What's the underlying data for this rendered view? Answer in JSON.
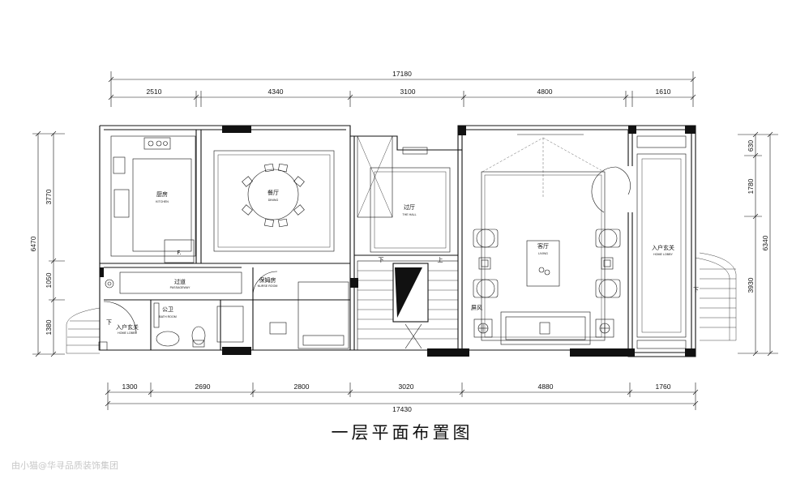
{
  "title": "一层平面布置图",
  "watermark": "由小猫@华寻品质装饰集团",
  "dimensions": {
    "top_total": "17180",
    "top_segments": [
      "2510",
      "4340",
      "3100",
      "4800",
      "1610"
    ],
    "bottom_total": "17430",
    "bottom_segments": [
      "1300",
      "2690",
      "2800",
      "3020",
      "4880",
      "1760"
    ],
    "left_total": "6470",
    "left_segments": [
      "3770",
      "1050",
      "1380"
    ],
    "right_total": "6340",
    "right_segments": [
      "630",
      "1780",
      "3930"
    ]
  },
  "rooms": {
    "kitchen": {
      "zh": "厨房",
      "en": "KITCHEN"
    },
    "dining": {
      "zh": "餐厅",
      "en": "DINING"
    },
    "hall": {
      "zh": "过厅",
      "en": "THE HALL"
    },
    "living": {
      "zh": "客厅",
      "en": "LIVING"
    },
    "lobby_right": {
      "zh": "入户玄关",
      "en": "HOME LOBBY"
    },
    "passage": {
      "zh": "过道",
      "en": "PASSAGEWAY"
    },
    "nurse": {
      "zh": "保姆房",
      "en": "NURSE ROOM"
    },
    "bath": {
      "zh": "公卫",
      "en": "BATH ROOM"
    },
    "lobby_left": {
      "zh": "入户玄关",
      "en": "HOME LOBBY"
    }
  },
  "marks": {
    "fridge": "F.",
    "stair_down": "下",
    "stair_up": "上",
    "screen": "屏风"
  }
}
